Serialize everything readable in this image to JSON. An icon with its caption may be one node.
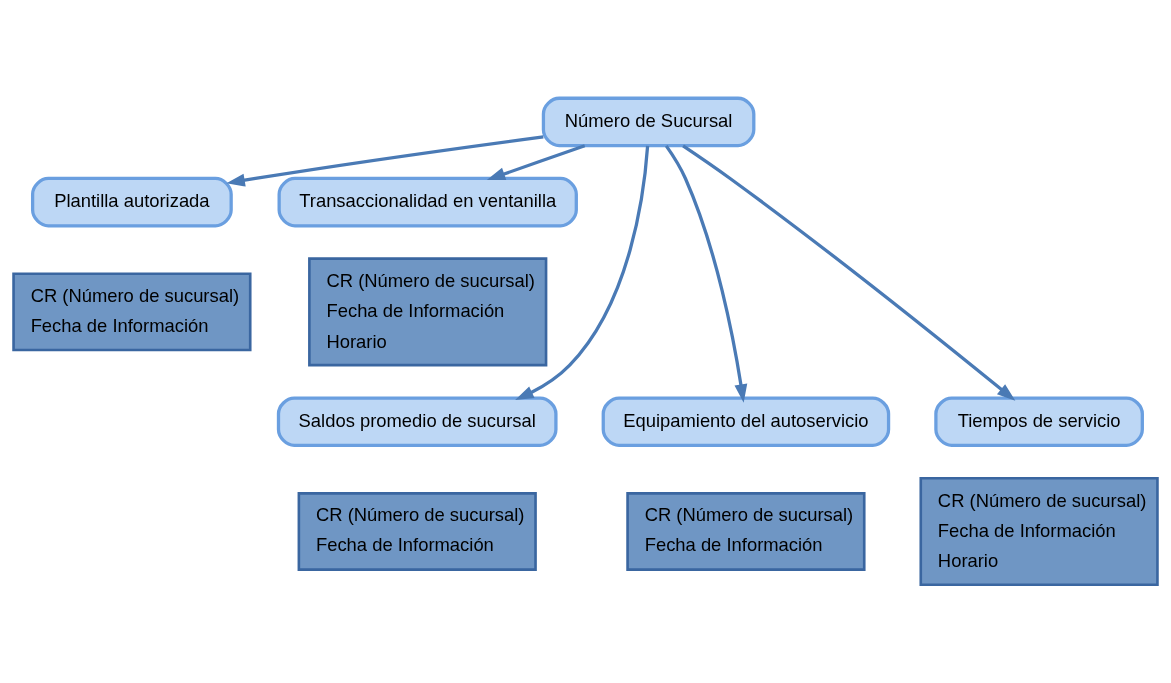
{
  "diagram": {
    "nodes": [
      {
        "text": [
          "Número de Sucursal"
        ]
      },
      {
        "text": [
          "Plantilla autorizada"
        ]
      },
      {
        "text": [
          "CR (Número de sucursal)",
          "Fecha de Información"
        ]
      },
      {
        "text": [
          "Transaccionalidad en ventanilla"
        ]
      },
      {
        "text": [
          "CR (Número de sucursal)",
          "Fecha de Información",
          "Horario"
        ]
      },
      {
        "text": [
          "Saldos promedio de sucursal"
        ]
      },
      {
        "text": [
          "CR (Número de sucursal)",
          "Fecha de Información"
        ]
      },
      {
        "text": [
          "Equipamiento del autoservicio"
        ]
      },
      {
        "text": [
          "CR (Número de sucursal)",
          "Fecha de Información"
        ]
      },
      {
        "text": [
          "Tiempos de servicio"
        ]
      },
      {
        "text": [
          "CR (Número de sucursal)",
          "Fecha de Información",
          "Horario"
        ]
      }
    ],
    "edges": [
      {
        "from": 0,
        "to": 1,
        "arrow": "to"
      },
      {
        "from": 0,
        "to": 3,
        "arrow": "to"
      },
      {
        "from": 0,
        "to": 5,
        "arrow": "to"
      },
      {
        "from": 0,
        "to": 7,
        "arrow": "to"
      },
      {
        "from": 0,
        "to": 9,
        "arrow": "to"
      }
    ]
  }
}
